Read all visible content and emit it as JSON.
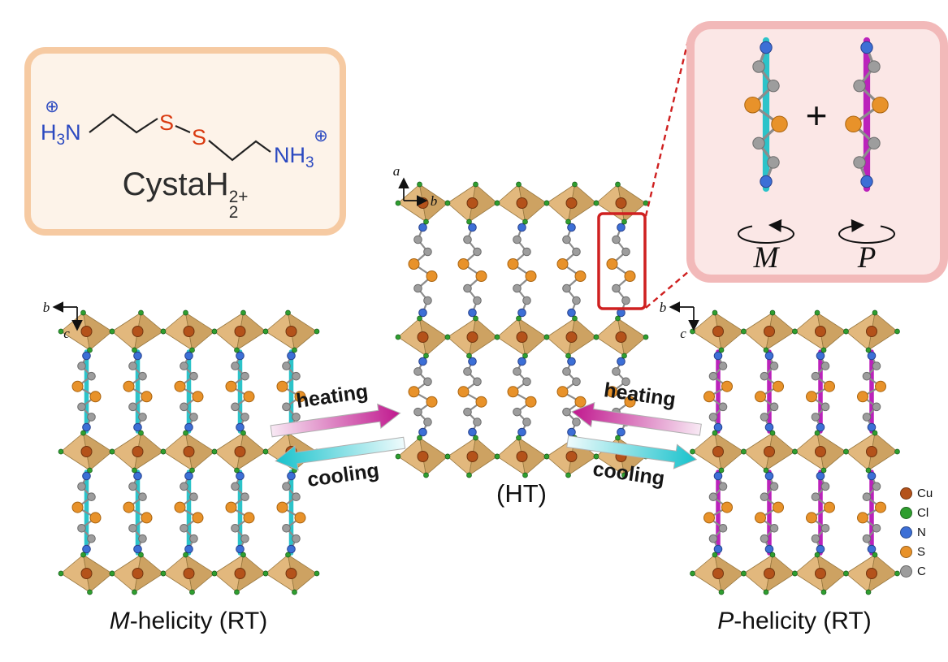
{
  "colors": {
    "cu": "#b4521a",
    "cl": "#2f9e2f",
    "n": "#3c6fd6",
    "s": "#e8922a",
    "c": "#9d9d9d",
    "rod_m": "#2cc3c9",
    "rod_p": "#bb22bb",
    "oct_light": "#e2b87d",
    "oct_dark": "#cda262",
    "oct_edge": "#97773f",
    "heat": "#c0188e",
    "cool": "#18c2cc",
    "highlight": "#cf2020",
    "cysta_border": "#f6caa2",
    "cysta_bg": "#fdf3e9",
    "inset_border": "#f2b9b9",
    "inset_bg": "#fbe7e6"
  },
  "cysta_box": {
    "charge": "⊕",
    "amine_left": {
      "pre": "H",
      "sub": "3",
      "post": "N"
    },
    "amine_right": {
      "pre": "NH",
      "sub": "3"
    },
    "sulfur": "S",
    "label": {
      "base": "CystaH",
      "sub": "2",
      "sup": "2+"
    }
  },
  "inset": {
    "plus": "+",
    "m_label": "M",
    "p_label": "P"
  },
  "axes": {
    "ht": [
      "a",
      "b"
    ],
    "m": [
      "b",
      "c"
    ],
    "p": [
      "b",
      "c"
    ]
  },
  "transitions": {
    "heating": "heating",
    "cooling": "cooling"
  },
  "structures": {
    "ht_label": "(HT)",
    "m_label": {
      "italic": "M",
      "rest": "-helicity (RT)"
    },
    "p_label": {
      "italic": "P",
      "rest": "-helicity (RT)"
    }
  },
  "legend": {
    "items": [
      {
        "label": "Cu",
        "color": "cu"
      },
      {
        "label": "Cl",
        "color": "cl"
      },
      {
        "label": "N",
        "color": "n"
      },
      {
        "label": "S",
        "color": "s"
      },
      {
        "label": "C",
        "color": "c"
      }
    ]
  }
}
